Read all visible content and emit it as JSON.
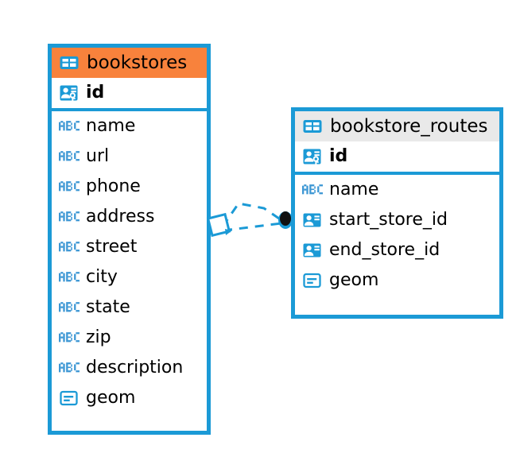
{
  "diagram": {
    "type": "entity-relationship-diagram",
    "background_color": "#ffffff",
    "accent_color": "#1b9ad6",
    "highlight_color": "#f8823c",
    "header_grey": "#e9e9e9"
  },
  "entities": [
    {
      "name": "bookstores",
      "header_style": "orange",
      "primary_key": {
        "label": "id",
        "icon": "primary-key-icon"
      },
      "fields": [
        {
          "label": "name",
          "icon": "text-type-icon"
        },
        {
          "label": "url",
          "icon": "text-type-icon"
        },
        {
          "label": "phone",
          "icon": "text-type-icon"
        },
        {
          "label": "address",
          "icon": "text-type-icon"
        },
        {
          "label": "street",
          "icon": "text-type-icon"
        },
        {
          "label": "city",
          "icon": "text-type-icon"
        },
        {
          "label": "state",
          "icon": "text-type-icon"
        },
        {
          "label": "zip",
          "icon": "text-type-icon"
        },
        {
          "label": "description",
          "icon": "text-type-icon"
        },
        {
          "label": "geom",
          "icon": "geometry-type-icon"
        }
      ]
    },
    {
      "name": "bookstore_routes",
      "header_style": "grey",
      "primary_key": {
        "label": "id",
        "icon": "primary-key-icon"
      },
      "fields": [
        {
          "label": "name",
          "icon": "text-type-icon"
        },
        {
          "label": "start_store_id",
          "icon": "foreign-key-icon"
        },
        {
          "label": "end_store_id",
          "icon": "foreign-key-icon"
        },
        {
          "label": "geom",
          "icon": "geometry-type-icon"
        }
      ]
    }
  ],
  "relationship": {
    "from_entity": "bookstores",
    "to_entity": "bookstore_routes",
    "line_style": "dashed",
    "source_marker": "diamond-outline",
    "target_marker": "filled-circle",
    "color": "#1b9ad6"
  }
}
